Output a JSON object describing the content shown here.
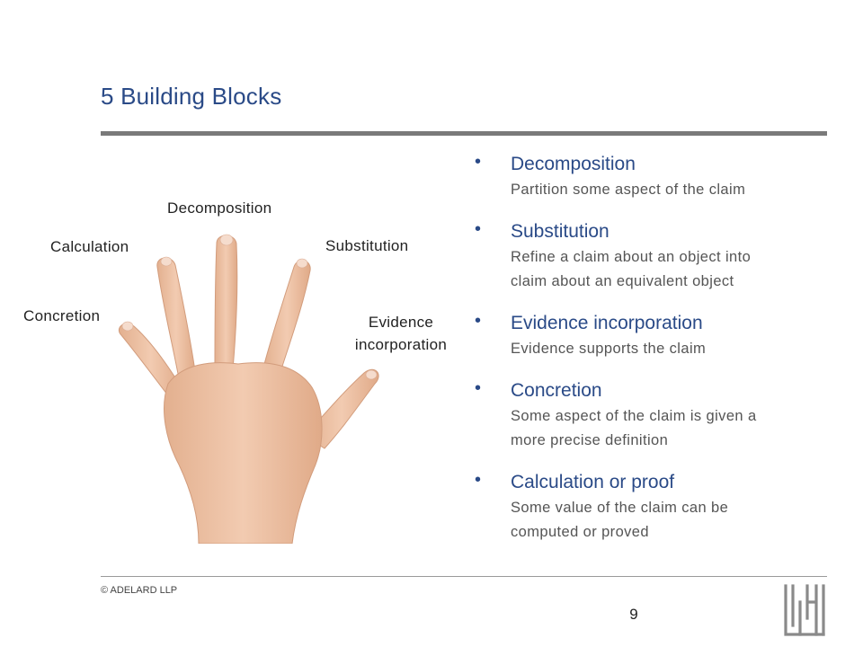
{
  "slide": {
    "title": "5 Building Blocks",
    "page_number": "9",
    "copyright": "© ADELARD LLP"
  },
  "hand_labels": {
    "decomposition": "Decomposition",
    "calculation": "Calculation",
    "substitution": "Substitution",
    "concretion": "Concretion",
    "evidence_line1": "Evidence",
    "evidence_line2": "incorporation"
  },
  "bullets": [
    {
      "marker": "•",
      "title": "Decomposition",
      "desc": [
        "Partition some aspect of the claim"
      ]
    },
    {
      "marker": "•",
      "title": "Substitution",
      "desc": [
        "Refine a claim about an object into",
        "claim about an equivalent object"
      ]
    },
    {
      "marker": "•",
      "title": "Evidence incorporation",
      "desc": [
        "Evidence supports the claim"
      ]
    },
    {
      "marker": "•",
      "title": "Concretion",
      "desc": [
        "Some aspect of the claim is given a",
        "more precise definition"
      ]
    },
    {
      "marker": "•",
      "title": "Calculation or proof",
      "desc": [
        "Some value of the claim can be",
        "computed or proved"
      ]
    }
  ],
  "colors": {
    "title_blue": "#2a4a87",
    "rule_gray": "#7a7a7a",
    "skin": "#edc1a4"
  },
  "icons": {
    "hand": "open-hand-image",
    "logo": "adelard-logo-icon"
  }
}
